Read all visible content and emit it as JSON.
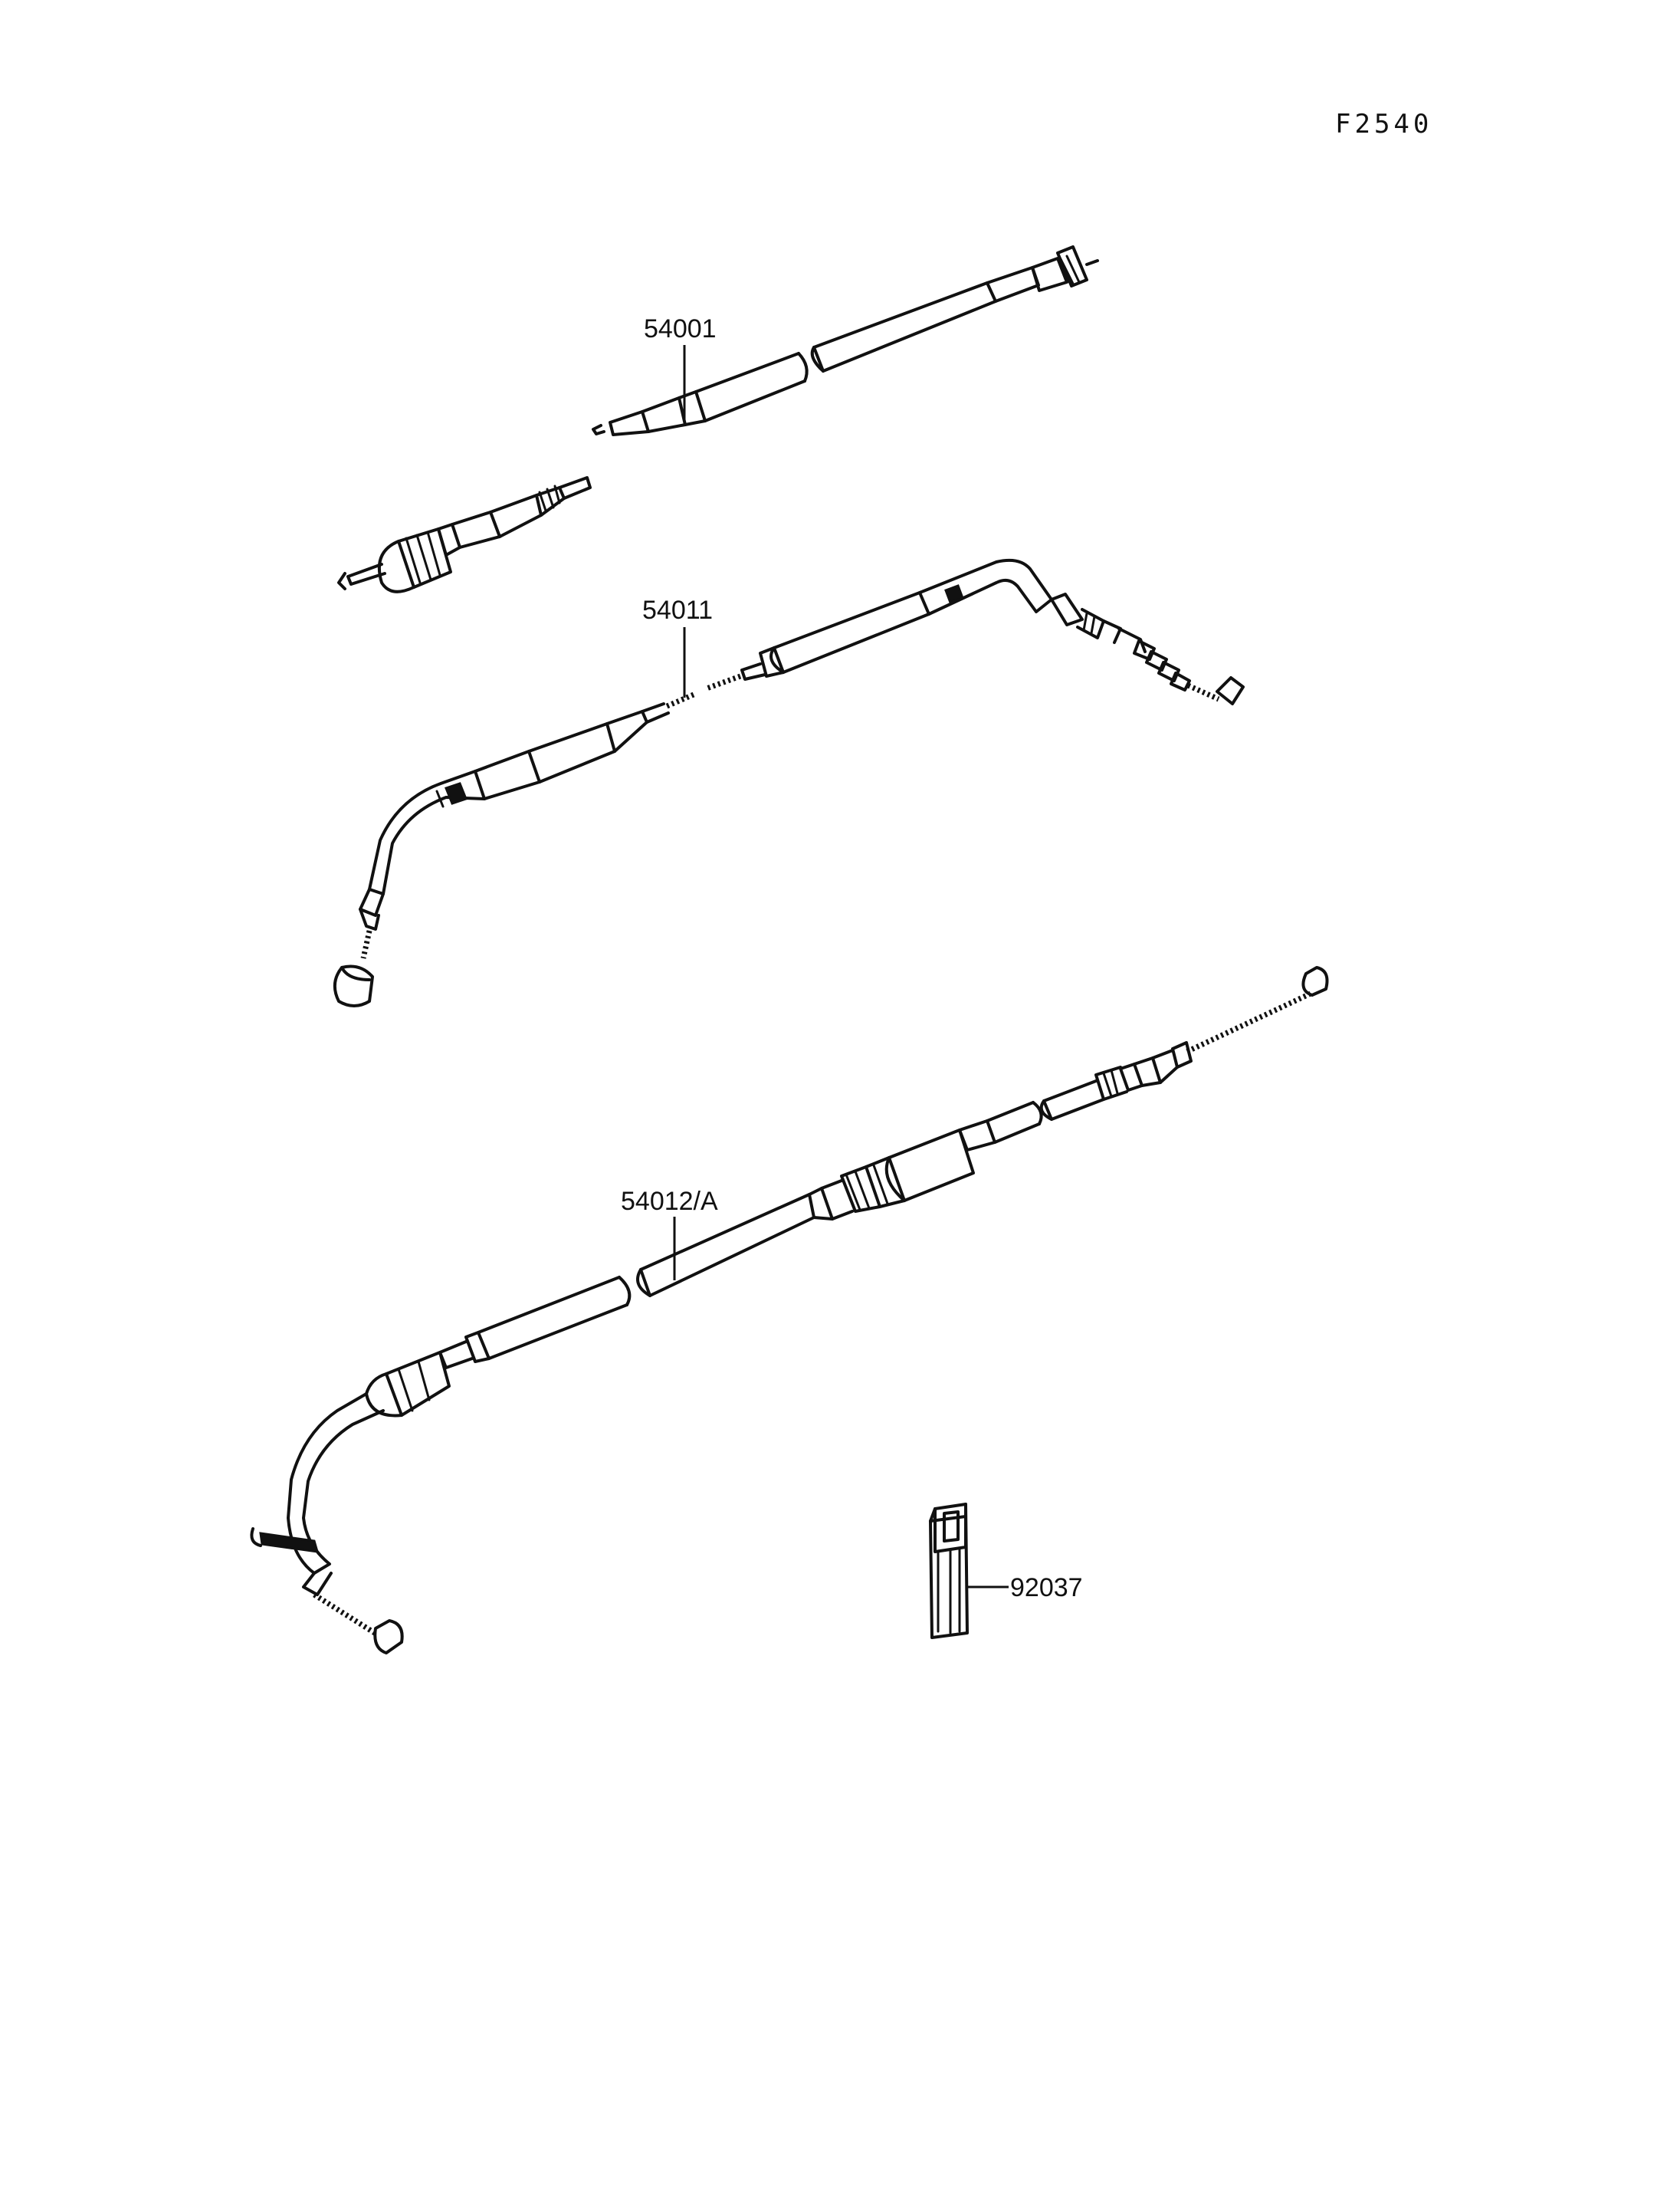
{
  "figure_code": "F2540",
  "parts": [
    {
      "part_number": "54001"
    },
    {
      "part_number": "54011"
    },
    {
      "part_number": "54012/A"
    },
    {
      "part_number": "92037"
    }
  ],
  "colors": {
    "ink": "#111111",
    "background": "#ffffff"
  }
}
